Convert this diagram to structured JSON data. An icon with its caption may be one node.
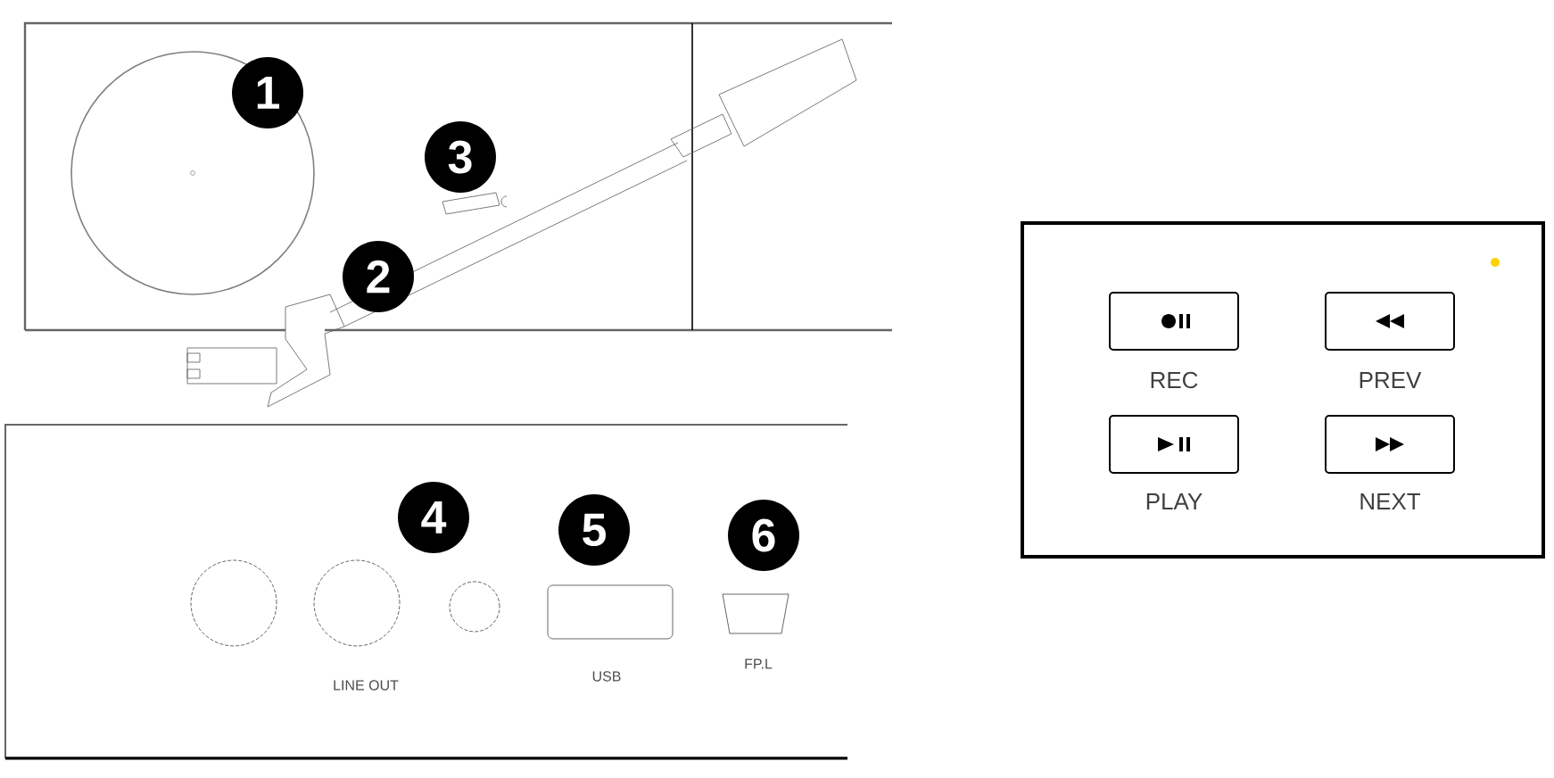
{
  "diagram": {
    "labels": [
      "1",
      "3",
      "2",
      "4",
      "5",
      "6",
      "LINE OUT",
      "USB",
      "FP.L",
      "REC",
      "PREV",
      "PLAY",
      "NEXT"
    ]
  }
}
